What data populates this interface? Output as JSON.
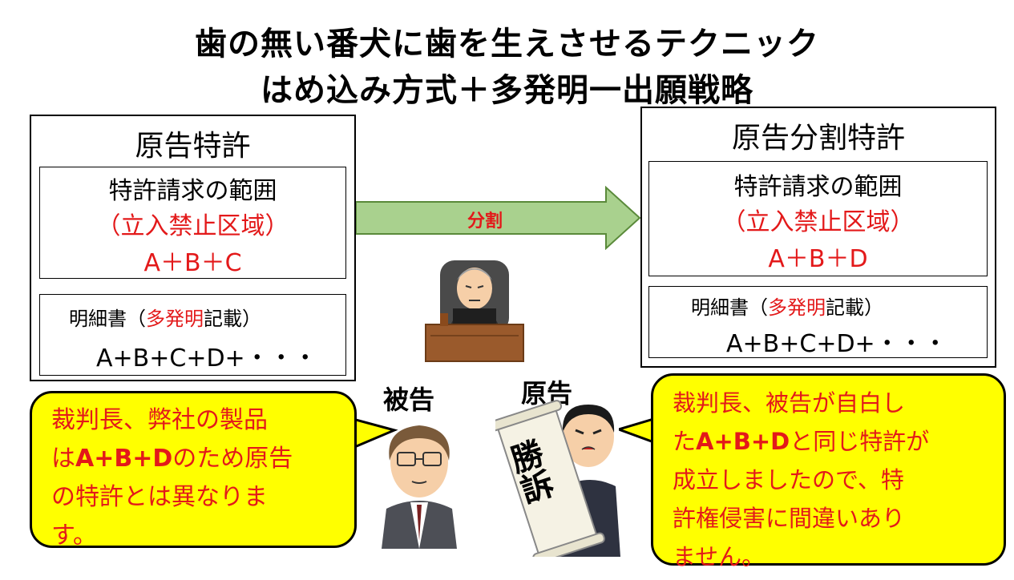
{
  "title": {
    "line1": "歯の無い番犬に歯を生えさせるテクニック",
    "line2": "はめ込み方式＋多発明一出願戦略"
  },
  "left_patent": {
    "heading": "原告特許",
    "claims_label": "特許請求の範囲",
    "restricted_label": "（立入禁止区域）",
    "claims_formula": "A＋B＋C",
    "spec_label_pre": "明細書（",
    "spec_label_red": "多発明",
    "spec_label_post": "記載）",
    "spec_formula": "A+B+C+D+・・・"
  },
  "right_patent": {
    "heading": "原告分割特許",
    "claims_label": "特許請求の範囲",
    "restricted_label": "（立入禁止区域）",
    "claims_formula": "A＋B＋D",
    "spec_label_pre": "明細書（",
    "spec_label_red": "多発明",
    "spec_label_post": "記載）",
    "spec_formula": "A+B+C+D+・・・"
  },
  "arrow": {
    "label": "分割"
  },
  "defendant": {
    "label": "被告",
    "speech_1": "裁判長、弊社の製品",
    "speech_2a": "は",
    "speech_2b": "A+B+D",
    "speech_2c": "のため原告",
    "speech_3": "の特許とは異なりま",
    "speech_4": "す。"
  },
  "plaintiff": {
    "label": "原告",
    "scroll_text": "勝訴",
    "speech_1": "裁判長、被告が自白し",
    "speech_2a": "た",
    "speech_2b": "A+B+D",
    "speech_2c": "と同じ特許が",
    "speech_3": "成立しましたので、特",
    "speech_4": "許権侵害に間違いあり",
    "speech_5": "ません。"
  },
  "colors": {
    "accent_red": "#e3191a",
    "bubble_yellow": "#ffff00",
    "arrow_green": "#a9d18e"
  }
}
